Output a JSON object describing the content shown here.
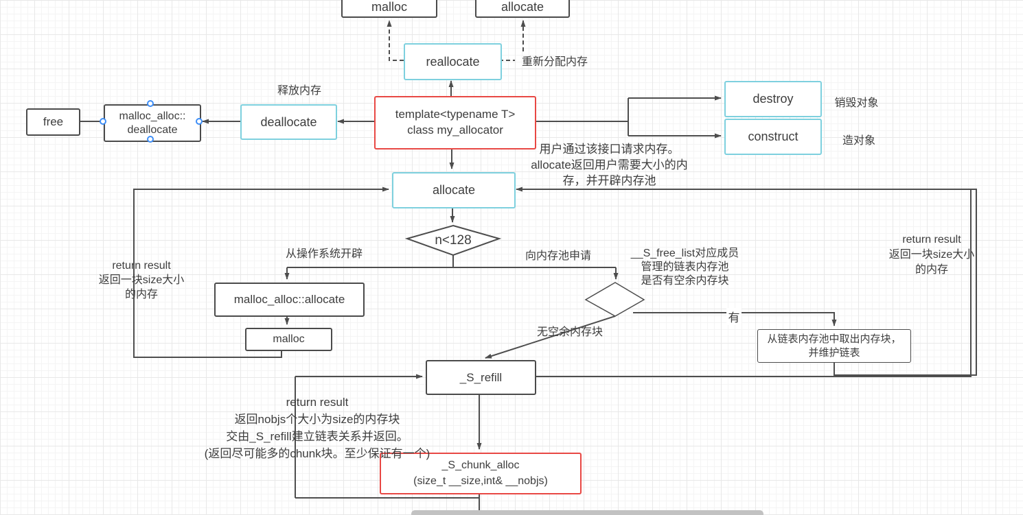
{
  "nodes": {
    "malloc_top": "malloc",
    "allocate_top": "allocate",
    "reallocate": "reallocate",
    "free": "free",
    "malloc_alloc_deallocate": "malloc_alloc::\ndeallocate",
    "deallocate": "deallocate",
    "my_allocator": "template<typename T>\nclass my_allocator",
    "destroy": "destroy",
    "construct": "construct",
    "allocate_main": "allocate",
    "cond_n128": "n<128",
    "malloc_alloc_allocate": "malloc_alloc::allocate",
    "malloc_os": "malloc",
    "take_from_list": "从链表内存池中取出内存块，\n并维护链表",
    "s_refill": "_S_refill",
    "s_chunk_alloc": "_S_chunk_alloc\n(size_t __size,int& __nobjs)"
  },
  "annotations": {
    "free_memory": "释放内存",
    "realloc_note": "重新分配内存",
    "destroy_note": "销毁对象",
    "construct_note": "造对象",
    "allocate_note": "用户通过该接口请求内存。\nallocate返回用户需要大小的内\n存，并开辟内存池",
    "from_os": "从操作系统开辟",
    "to_pool": "向内存池申请",
    "free_list_note": "__S_free_list对应成员\n管理的链表内存池\n是否有空余内存块",
    "return_left": "return result\n返回一块size大小\n的内存",
    "return_right": "return result\n返回一块size大小\n的内存",
    "no_free_block": "无空余内存块",
    "yes_label": "有",
    "refill_note": "return result\n返回nobjs个大小为size的内存块\n交由_S_refill建立链表关系并返回。\n(返回尽可能多的chunk块。至少保证有一个)"
  },
  "colors": {
    "line": "#4d4d4d",
    "box_border_dark": "#4a4a4a",
    "box_border_cyan": "#7dd0de",
    "box_border_red": "#e84743",
    "text": "#3d3d3d",
    "selection_handle": "#3e8ef7",
    "scrollbar_thumb": "#c2c2c2"
  }
}
